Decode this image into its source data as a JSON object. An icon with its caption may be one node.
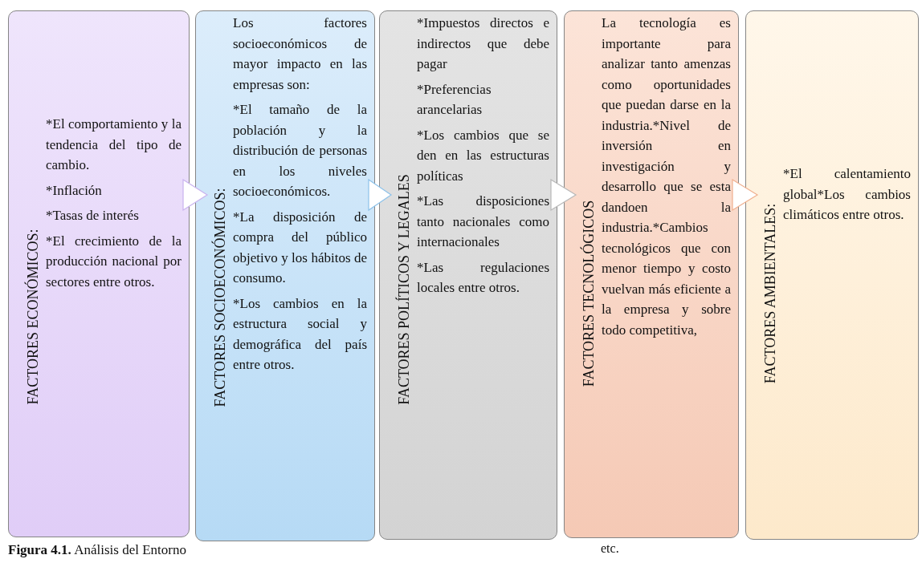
{
  "diagram": {
    "caption": "**Figura 4.1.** Análisis del Entorno",
    "nodes": [
      {
        "text": [
          "FACTORES ECONÓMICOS:",
          "*El comportamiento y la tendencia del tipo de cambio.",
          "*Inflación",
          "*Tasas de interés",
          "*El crecimiento de la producción nacional por sectores entre otros."
        ]
      },
      {
        "text": [
          "FACTORES SOCIOECONÓMICOS:",
          "Los factores socioeconómicos de mayor impacto en las empresas son:",
          "*El tamaño de la población y la distribución de personas en los niveles socioeconómicos.",
          "*La disposición de compra del público objetivo y los hábitos de consumo.",
          "*Los cambios en la estructura social y demográfica del país entre otros."
        ]
      },
      {
        "text": [
          "FACTORES POLÍTICOS Y LEGALES",
          "*Impuestos directos e indirectos que debe pagar",
          "*Preferencias arancelarias",
          "*Los cambios que se den en las estructuras políticas",
          "*Las disposiciones tanto nacionales como internacionales",
          "*Las regulaciones locales entre otros."
        ]
      },
      {
        "text": [
          "FACTORES TECNOLÓGICOS",
          "La tecnología es importante para analizar tanto amenzas como oportunidades que puedan darse en la industria.*Nivel de inversión en investigación y desarrollo que se esta dandoen la industria.*Cambios tecnológicos que con menor tiempo y costo vuelvan más eficiente a la empresa y sobre todo competitiva,"
        ],
        "beside": [
          "etc."
        ]
      },
      {
        "text": [
          "FACTORES AMBIENTALES:",
          "*El calentamiento global*Los cambios climáticos entre otros."
        ]
      }
    ],
    "edges": [
      {
        "from": 0,
        "to": 1,
        "arrow": "to"
      },
      {
        "from": 1,
        "to": 2,
        "arrow": "to"
      },
      {
        "from": 2,
        "to": 3,
        "arrow": "to"
      },
      {
        "from": 3,
        "to": 4,
        "arrow": "to"
      }
    ]
  }
}
